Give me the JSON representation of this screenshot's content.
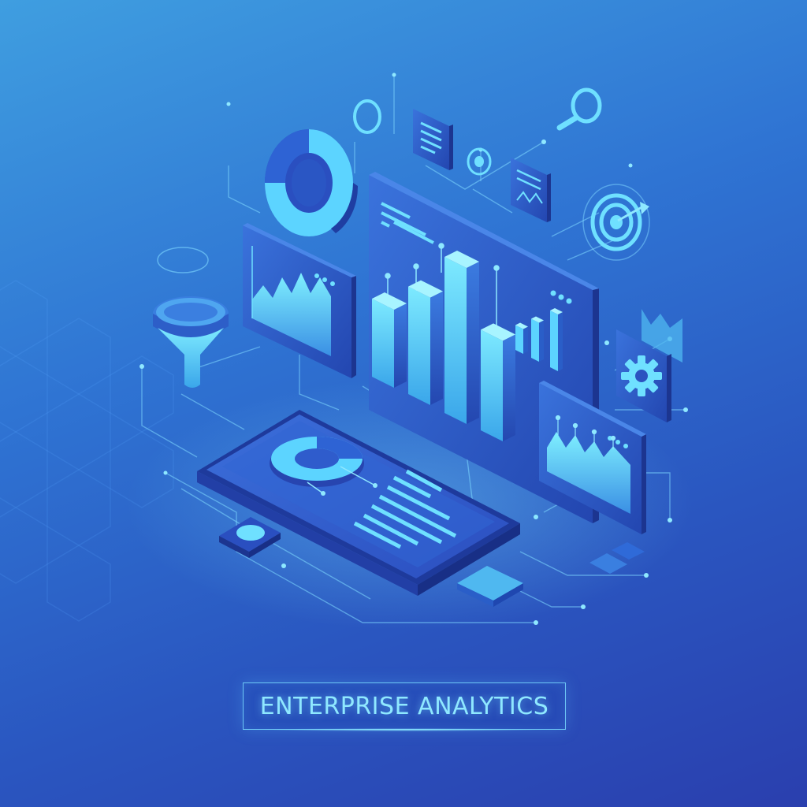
{
  "caption": {
    "text": "ENTERPRISE ANALYTICS"
  },
  "colors": {
    "bg_top": "#3f9ee0",
    "bg_bottom": "#2a3fae",
    "cyan": "#5fe0ff",
    "bright_cyan": "#8fe8ff",
    "panel": "#2f55c8",
    "panel_dark": "#2340a8"
  },
  "icons": [
    "donut-chart-icon",
    "funnel-icon",
    "magnifier-icon",
    "target-icon",
    "gear-icon",
    "document-icon",
    "bar-chart-icon",
    "area-chart-icon",
    "crown-icon"
  ],
  "main_bars": {
    "values": [
      0.45,
      0.62,
      0.9,
      0.58
    ]
  },
  "small_bars": {
    "values": [
      0.35,
      0.55,
      0.8
    ]
  }
}
